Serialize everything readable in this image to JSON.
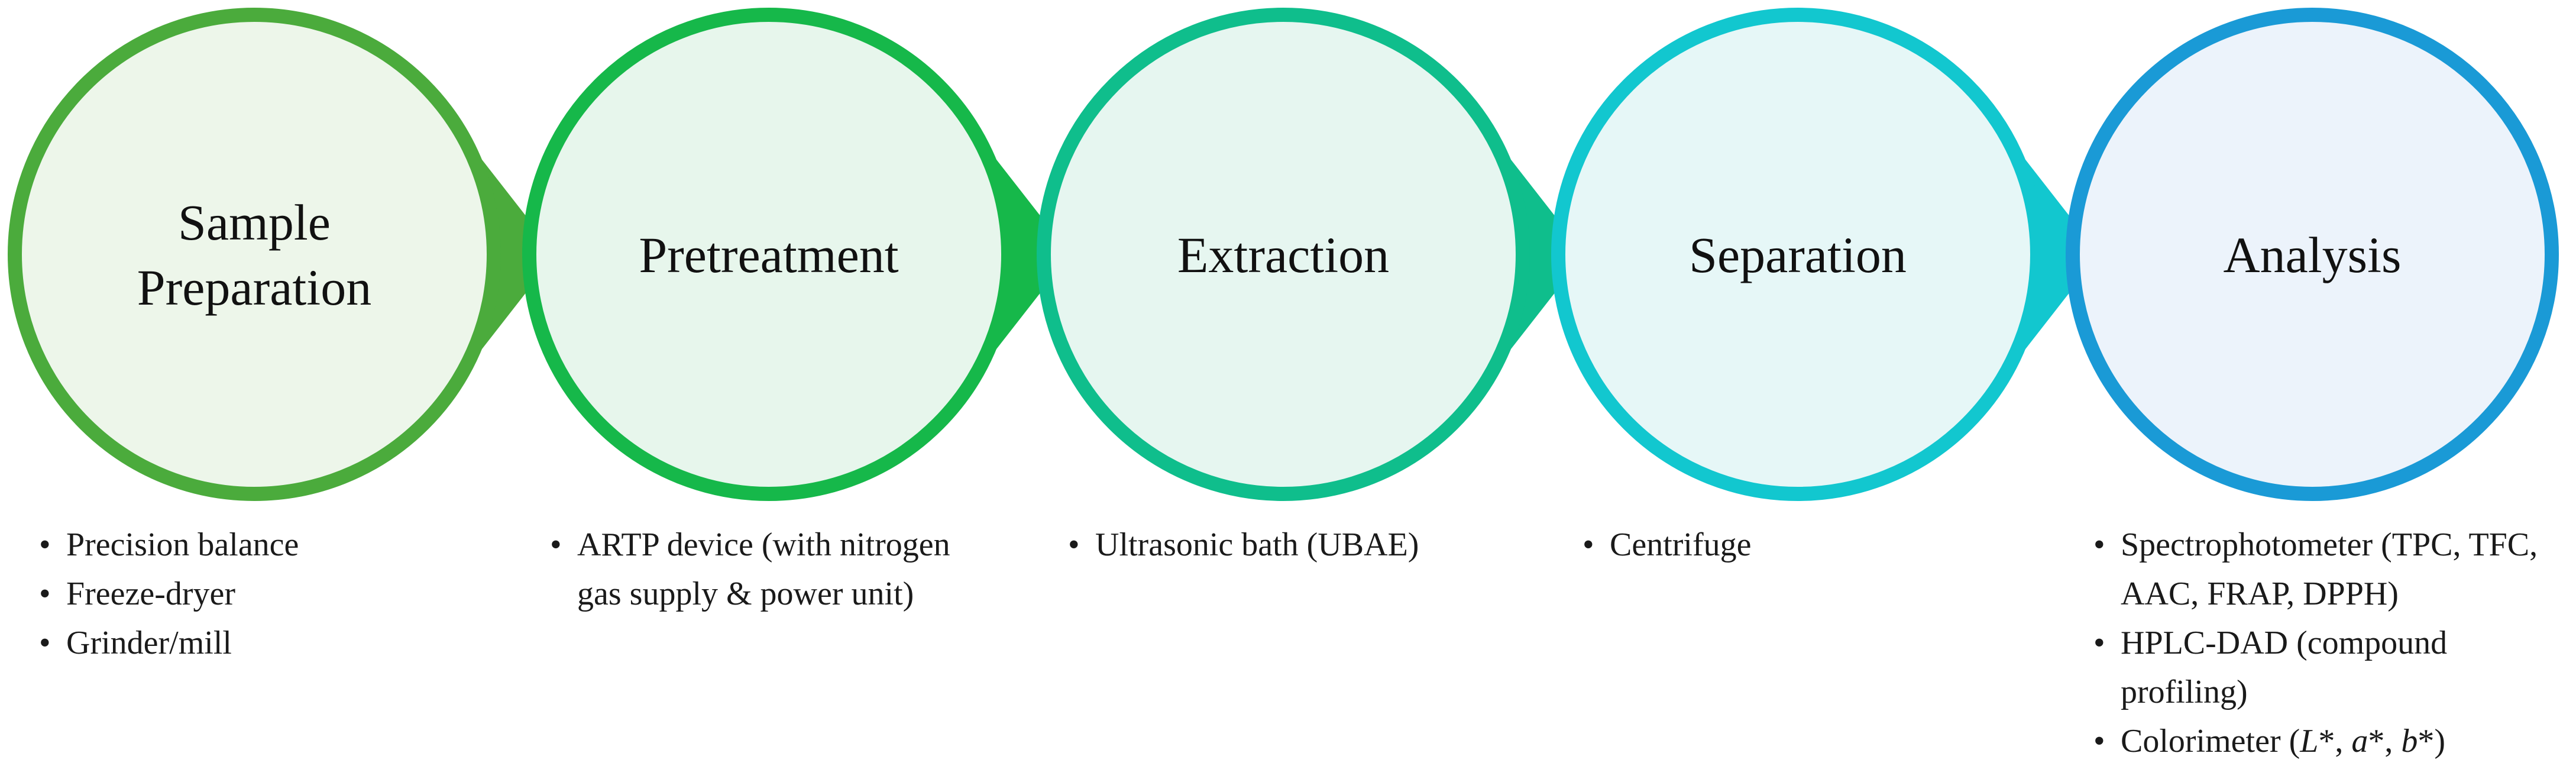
{
  "colors": {
    "step1": "#4bab3c",
    "step2": "#16b84a",
    "step3": "#0fbe8c",
    "step4": "#12c7cf",
    "step5": "#1a9ad6"
  },
  "steps": [
    {
      "title_lines": [
        "Sample",
        "Preparation"
      ],
      "items": [
        "Precision balance",
        "Freeze-dryer",
        "Grinder/mill"
      ]
    },
    {
      "title_lines": [
        "Pretreatment"
      ],
      "items": [
        "ARTP device (with nitrogen gas supply & power unit)"
      ]
    },
    {
      "title_lines": [
        "Extraction"
      ],
      "items": [
        "Ultrasonic bath (UBAE)"
      ]
    },
    {
      "title_lines": [
        "Separation"
      ],
      "items": [
        "Centrifuge"
      ]
    },
    {
      "title_lines": [
        "Analysis"
      ],
      "items": [
        "Spectrophotometer (TPC, TFC, AAC, FRAP, DPPH)",
        "HPLC-DAD (compound profiling)",
        "Colorimeter (L*, a*, b*)"
      ]
    }
  ]
}
